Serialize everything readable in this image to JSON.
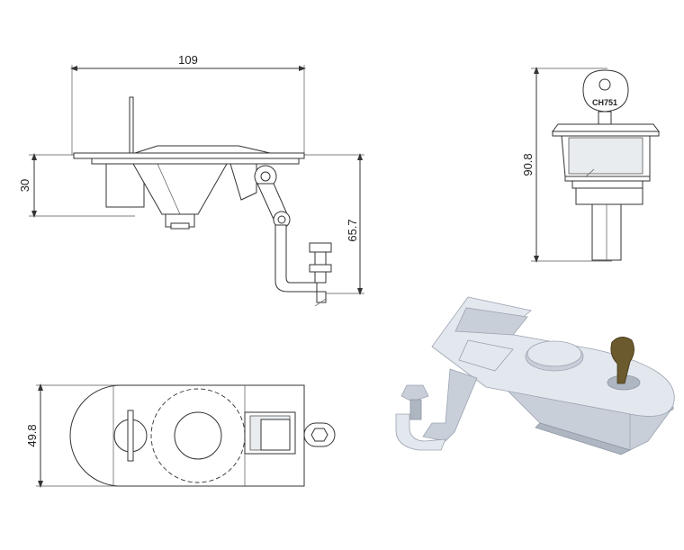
{
  "dimensions": {
    "width_top": "109",
    "height_side": "30",
    "height_lever": "65.7",
    "height_front": "90.8",
    "width_bottom": "49.8"
  },
  "key_text": "CH751",
  "colors": {
    "line": "#333333",
    "iso_body": "#c9cfd9",
    "key": "#6b5a2e"
  }
}
